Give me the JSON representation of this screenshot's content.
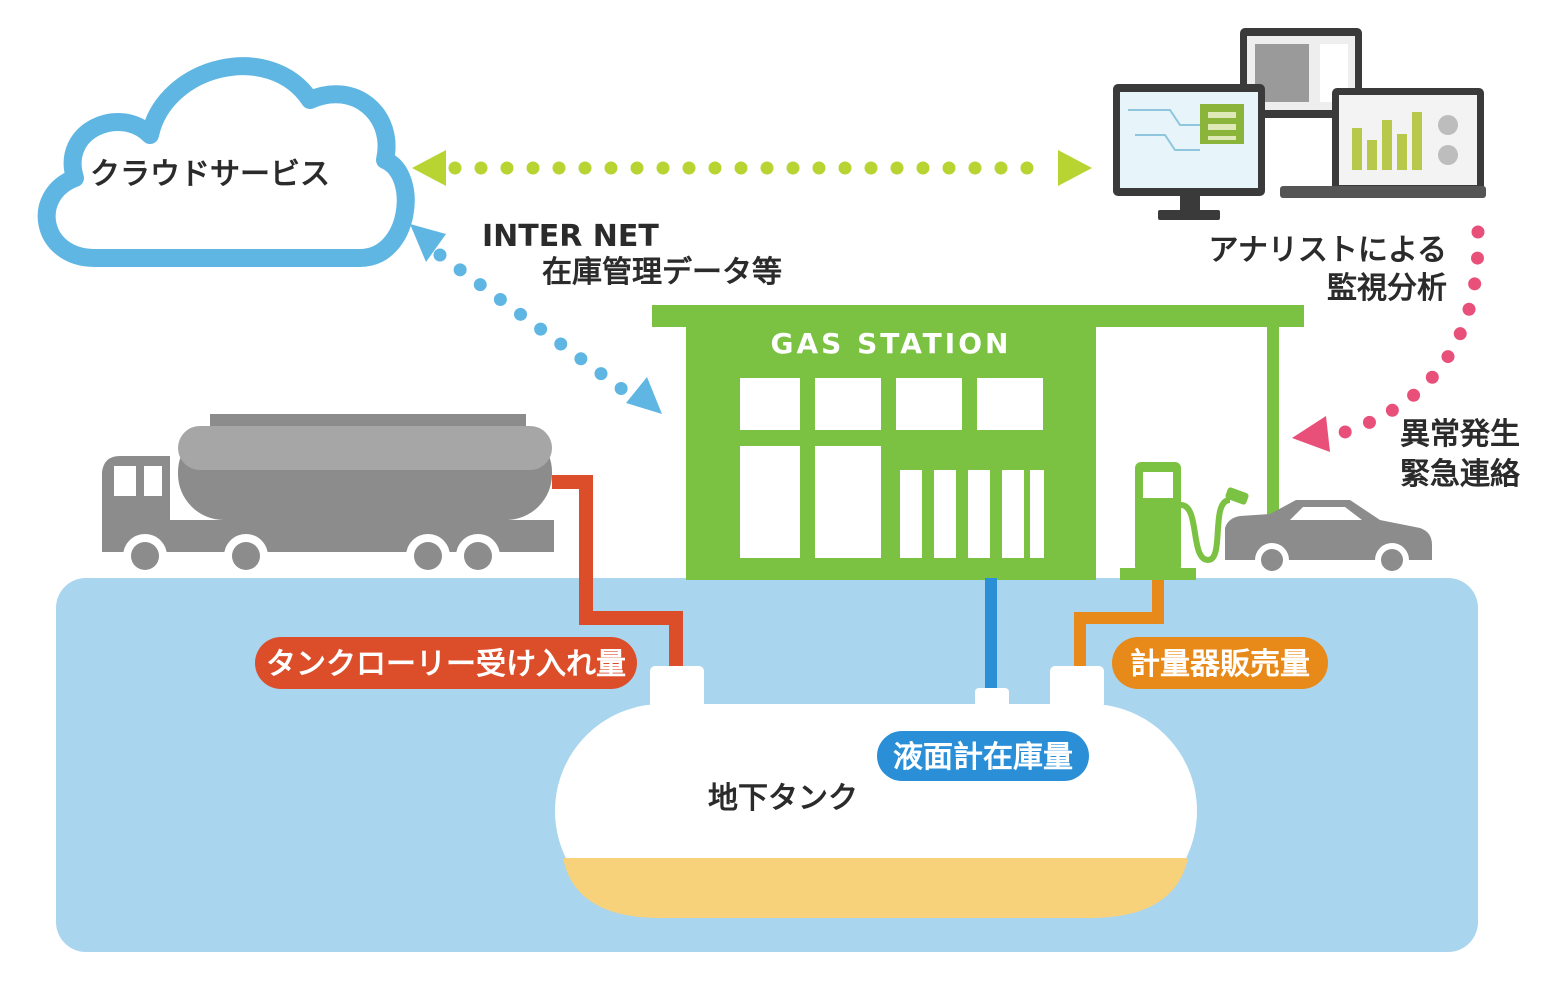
{
  "cloud": {
    "label": "クラウドサービス"
  },
  "internet": {
    "line1": "INTER NET",
    "line2": "在庫管理データ等"
  },
  "analyst": {
    "line1": "アナリストによる",
    "line2": "監視分析"
  },
  "alert": {
    "line1": "異常発生",
    "line2": "緊急連絡"
  },
  "station": {
    "title": "GAS STATION"
  },
  "pills": {
    "tanker_received": "タンクローリー受け入れ量",
    "meter_sales": "計量器販売量",
    "level_stock": "液面計在庫量"
  },
  "tank": {
    "label": "地下タンク"
  },
  "colors": {
    "cloud": "#5fb6e3",
    "internet_arrow": "#5fb6e3",
    "green_link": "#b7d433",
    "alert_link": "#e8507a",
    "station": "#7cc242",
    "ground": "#a9d5ee",
    "truck": "#8c8c8c",
    "tanker_pipe": "#dc4d2a",
    "meter_pipe": "#e88a1a",
    "level_pipe": "#2a8fd6",
    "fuel": "#f7d27a"
  }
}
